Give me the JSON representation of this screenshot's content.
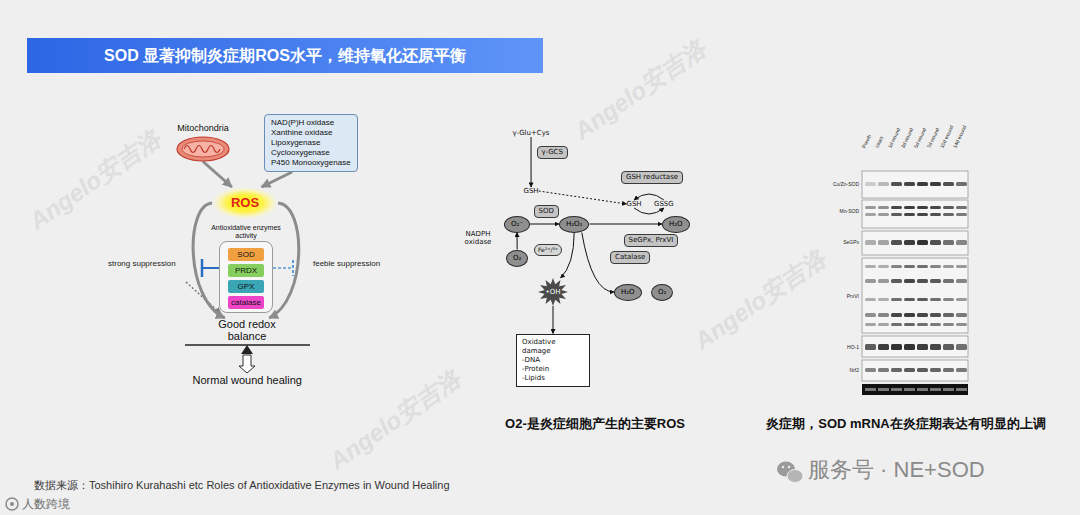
{
  "diagram": {
    "title": "SOD 显著抑制炎症期ROS水平，维持氧化还原平衡",
    "nodes": [
      {
        "text": [
          "Mitochondria"
        ]
      },
      {
        "text": [
          "NAD(P)H oxidase",
          "Xanthine oxidase",
          "Lipoxygenase",
          "Cyclooxygenase",
          "P450 Monooxygenase"
        ]
      },
      {
        "text": [
          "ROS"
        ]
      },
      {
        "text": [
          "Antioxidative enzymes activity"
        ]
      },
      {
        "text": [
          "SOD"
        ],
        "in": 3
      },
      {
        "text": [
          "PRDX"
        ],
        "in": 3
      },
      {
        "text": [
          "GPX"
        ],
        "in": 3
      },
      {
        "text": [
          "catalase"
        ],
        "in": 3
      },
      {
        "text": [
          "Good redox balance"
        ]
      },
      {
        "text": [
          "Normal wound healing"
        ]
      },
      {
        "text": [
          "γ-Glu+Cys"
        ]
      },
      {
        "text": [
          "γ-GCS"
        ]
      },
      {
        "text": [
          "GSH"
        ]
      },
      {
        "text": [
          "GSH reductase"
        ]
      },
      {
        "text": [
          "GSH"
        ]
      },
      {
        "text": [
          "GSSG"
        ]
      },
      {
        "text": [
          "NADPH oxidase"
        ]
      },
      {
        "text": [
          "O₂⁻"
        ]
      },
      {
        "text": [
          "SOD"
        ]
      },
      {
        "text": [
          "H₂O₂"
        ]
      },
      {
        "text": [
          "H₂O"
        ]
      },
      {
        "text": [
          "SeGPx, PrxVI"
        ]
      },
      {
        "text": [
          "Catalase"
        ]
      },
      {
        "text": [
          "O₂"
        ]
      },
      {
        "text": [
          "Fe²⁺/³⁺"
        ]
      },
      {
        "text": [
          "•OH"
        ]
      },
      {
        "text": [
          "H₂O"
        ]
      },
      {
        "text": [
          "O₂"
        ]
      },
      {
        "text": [
          "Oxidative damage",
          "-DNA",
          "-Protein",
          "-Lipids"
        ]
      }
    ],
    "edges": [
      {
        "from": 0,
        "to": 2,
        "arrow": "to"
      },
      {
        "from": 1,
        "to": 2,
        "arrow": "to"
      },
      {
        "from": 2,
        "to": 8,
        "arrow": "to"
      },
      {
        "from": 2,
        "to": 8,
        "arrow": "to"
      },
      {
        "from": 8,
        "to": 9,
        "arrow": "to"
      },
      {
        "from": 10,
        "to": 12,
        "arrow": "to"
      },
      {
        "from": 12,
        "to": 14,
        "arrow": "to"
      },
      {
        "from": 14,
        "to": 15,
        "arrow": "to"
      },
      {
        "from": 15,
        "to": 14,
        "arrow": "to"
      },
      {
        "from": 23,
        "to": 17,
        "arrow": "to"
      },
      {
        "from": 17,
        "to": 19,
        "arrow": "to"
      },
      {
        "from": 19,
        "to": 20,
        "arrow": "to"
      },
      {
        "from": 19,
        "to": 25,
        "arrow": "to"
      },
      {
        "from": 19,
        "to": 26,
        "arrow": "to"
      },
      {
        "from": 25,
        "to": 28,
        "arrow": "to"
      }
    ],
    "labels": [
      "strong suppression",
      "feeble suppression",
      "O2-是炎症细胞产生的主要ROS",
      "Prewh",
      "Intact",
      "1d wound",
      "3d wound",
      "5d wound",
      "7d wound",
      "10d wound",
      "14d wound",
      "Cu/Zn-SOD",
      "Mn-SOD",
      "SeGPx",
      "PrxVI",
      "HO-1",
      "Nrf2",
      "炎症期，SOD mRNA在炎症期表达有明显的上调",
      "数据来源：Toshihiro Kurahashi etc Roles of Antioxidative Enzymes in Wound Healing",
      "服务号 · NE+SOD",
      "人数跨境",
      "Angelo安吉洛",
      "Angelo安吉洛",
      "Angelo安吉洛",
      "Angelo安吉洛"
    ]
  }
}
